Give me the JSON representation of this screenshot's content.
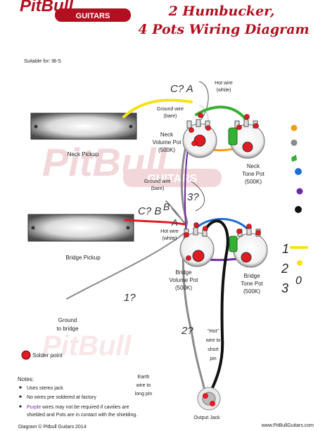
{
  "brand": {
    "logo_main": "PitBull",
    "logo_sub": "GUITARS",
    "watermark_main": "PitBull",
    "watermark_sub": "GUITARS"
  },
  "title": {
    "line1": "2 Humbucker,",
    "line2": "4 Pots Wiring Diagram",
    "color": "#b01020"
  },
  "suitable_for": "Suitable for: IB-S",
  "pickups": {
    "neck": "Neck Pickup",
    "bridge": "Bridge Pickup"
  },
  "pots": {
    "neck_volume": [
      "Neck",
      "Volume Pot",
      "(500K)"
    ],
    "neck_tone": [
      "Neck",
      "Tone Pot",
      "(500K)"
    ],
    "bridge_volume": [
      "Bridge",
      "Volume Pot",
      "(500K)"
    ],
    "bridge_tone": [
      "Bridge",
      "Tone Pot",
      "(500K)"
    ]
  },
  "wire_labels": {
    "hot_top": [
      "Hot wire",
      "(white)"
    ],
    "ground_top": [
      "Ground wire",
      "(bare)"
    ],
    "ground_mid": [
      "Ground wire",
      "(bare)"
    ],
    "hot_mid": [
      "Hot wire",
      "(white)"
    ],
    "ground_bridge": [
      "Ground",
      "to bridge"
    ],
    "earth": [
      "Earth",
      "wire to",
      "long pin"
    ],
    "hot_short": [
      "\"Hot\"",
      "wire to",
      "short",
      "pin"
    ]
  },
  "handwritten": {
    "c_a": "C? A",
    "c_b": "C? B",
    "b_top": "B",
    "a_mid": "A",
    "three_q": "3?",
    "one_q": "1?",
    "two_q": "2?",
    "one": "1",
    "two": "2",
    "three": "3",
    "zero": "0"
  },
  "solder_point_label": "Solder point",
  "output_jack": "Output Jack",
  "notes": {
    "title": "Notes:",
    "items": [
      "Uses stereo jack",
      "No wires pre soldered at factory"
    ],
    "purple_word": "Purple",
    "purple_rest": " wires may not be required if cavities are",
    "purple_rest2": "shielded and Pots are in contact with the shielding."
  },
  "copyright": "Diagram © Pitbull Guitars 2014",
  "website": "www.PitBullGuitars.com",
  "colors": {
    "red": "#e11b22",
    "yellow": "#f6e21a",
    "green": "#35b033",
    "orange": "#f59b1c",
    "blue": "#1f6fd1",
    "purple": "#6a2aa8",
    "black": "#111111",
    "gray": "#8a8a8a"
  },
  "legend_dots": [
    "orange",
    "gray",
    "green",
    "blue",
    "purple",
    "black"
  ],
  "handwritten_lines": [
    "red",
    "yellow"
  ]
}
